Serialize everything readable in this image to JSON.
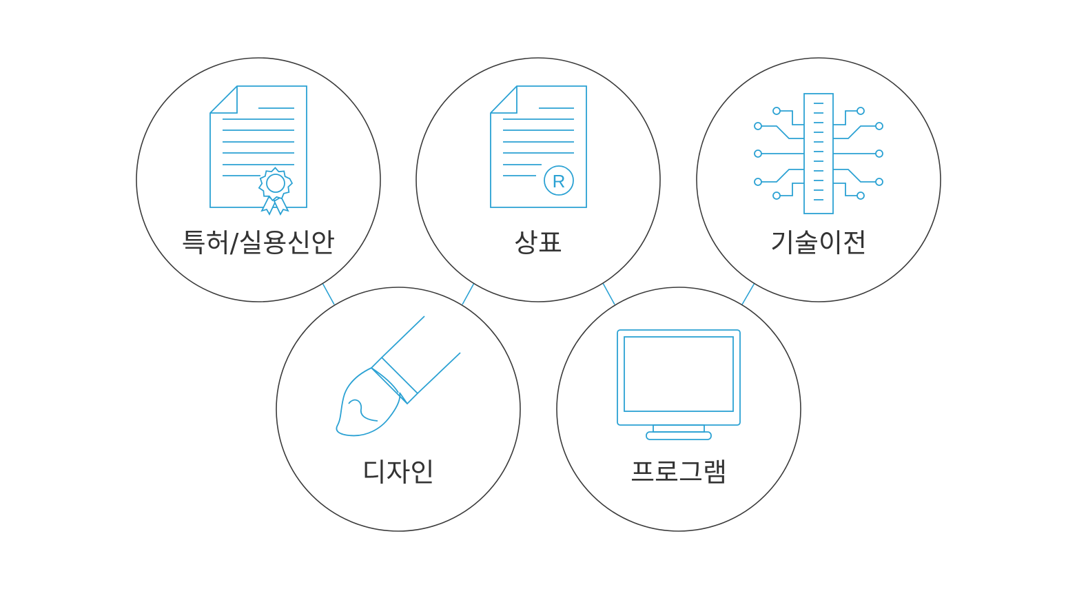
{
  "nodes": [
    {
      "id": "patent",
      "label": "특허/실용신안",
      "icon": "certificate-document-icon"
    },
    {
      "id": "trademark",
      "label": "상표",
      "icon": "registered-trademark-document-icon",
      "mark": "R"
    },
    {
      "id": "tech",
      "label": "기술이전",
      "icon": "circuit-chip-icon"
    },
    {
      "id": "design",
      "label": "디자인",
      "icon": "paintbrush-icon"
    },
    {
      "id": "program",
      "label": "프로그램",
      "icon": "monitor-icon"
    }
  ],
  "colors": {
    "accent": "#2aa1d3",
    "outline": "#3a3a3a",
    "text": "#333333"
  }
}
